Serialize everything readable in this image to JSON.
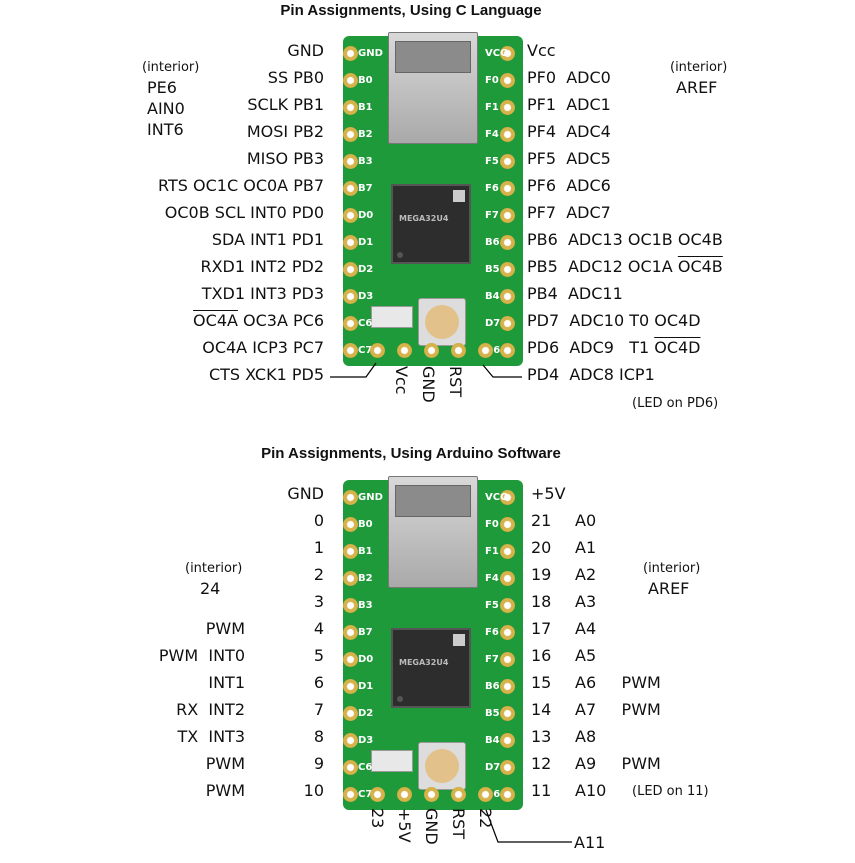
{
  "top": {
    "title": "Pin Assignments, Using C Language",
    "left_labels": [
      "GND",
      "SS PB0",
      "SCLK PB1",
      "MOSI PB2",
      "MISO PB3",
      "RTS OC1C OC0A PB7",
      "OC0B SCL INT0 PD0",
      "SDA INT1 PD1",
      "RXD1 INT2 PD2",
      "TXD1 INT3 PD3"
    ],
    "left_row10_a": "OC4A",
    "left_row10_b": " OC3A PC6",
    "left_row11": "OC4A ICP3 PC7",
    "left_row12": "CTS XCK1 PD5",
    "right_labels": [
      "Vcc",
      "PF0  ADC0",
      "PF1  ADC1",
      "PF4  ADC4",
      "PF5  ADC5",
      "PF6  ADC6",
      "PF7  ADC7",
      "PB6  ADC13 OC1B OC4B"
    ],
    "right_row8_a": "PB5  ADC12 OC1A ",
    "right_row8_b": "OC4B",
    "right_row9": "PB4  ADC11",
    "right_row10": "PD7  ADC10 T0 OC4D",
    "right_row11_a": "PD6  ADC9   T1 ",
    "right_row11_b": "OC4D",
    "right_row12": "PD4  ADC8 ICP1",
    "bottom_vcc": "Vcc",
    "bottom_gnd": "GND",
    "bottom_rst": "RST",
    "interior_left_head": "(interior)",
    "interior_left": [
      "PE6",
      "AIN0",
      "INT6"
    ],
    "interior_right_head": "(interior)",
    "interior_right": "AREF",
    "led_note": "(LED on PD6)"
  },
  "bottom": {
    "title": "Pin Assignments, Using Arduino Software",
    "left_names": [
      "GND",
      "",
      "",
      "",
      "",
      "PWM",
      "PWM  INT0",
      "INT1",
      "RX  INT2",
      "TX  INT3",
      "PWM",
      "PWM"
    ],
    "left_nums": [
      "",
      "0",
      "1",
      "2",
      "3",
      "4",
      "5",
      "6",
      "7",
      "8",
      "9",
      "10"
    ],
    "right_nums": [
      "+5V",
      "21",
      "20",
      "19",
      "18",
      "17",
      "16",
      "15",
      "14",
      "13",
      "12",
      "11"
    ],
    "right_names": [
      "",
      "A0",
      "A1",
      "A2",
      "A3",
      "A4",
      "A5",
      "A6     PWM",
      "A7     PWM",
      "A8",
      "A9     PWM",
      "A10"
    ],
    "bottom_23": "23",
    "bottom_5v": "+5V",
    "bottom_gnd": "GND",
    "bottom_rst": "RST",
    "bottom_22": "22",
    "a11": "A11",
    "interior_left_head": "(interior)",
    "interior_left": "24",
    "interior_right_head": "(interior)",
    "interior_right": "AREF",
    "led_note": "(LED on 11)"
  },
  "silk_top_left": [
    "GND",
    "B0",
    "B1",
    "B2",
    "B3",
    "B7",
    "D0",
    "D1",
    "D2",
    "D3",
    "C6",
    "C7"
  ],
  "silk_top_right": [
    "VCC",
    "F0",
    "F1",
    "F4",
    "F5",
    "F6",
    "F7",
    "B6",
    "B5",
    "B4",
    "D7",
    "D6"
  ],
  "chip_text": "MEGA32U4"
}
